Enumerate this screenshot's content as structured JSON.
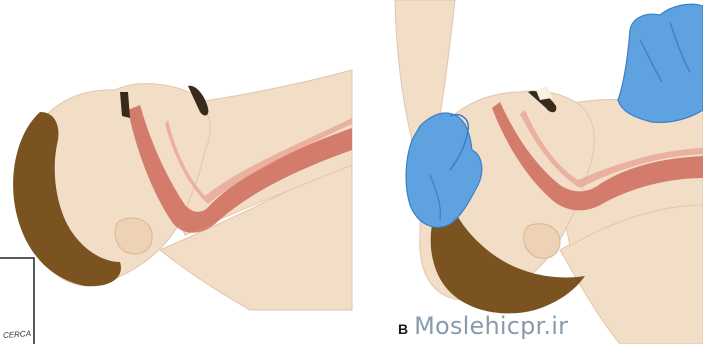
{
  "image": {
    "caption_letter": "B",
    "site_label": "Moslehicpr.ir",
    "corner_label": "CERCA"
  },
  "colors": {
    "skin": "#f2ddc6",
    "skin_shadow": "#e3c6aa",
    "hair": "#7a5320",
    "airway": "#cf6b5a",
    "airway_light": "#e7a596",
    "glove": "#5ea3e0",
    "glove_shadow": "#3b7fc4",
    "caption_text": "#8a9bab"
  }
}
